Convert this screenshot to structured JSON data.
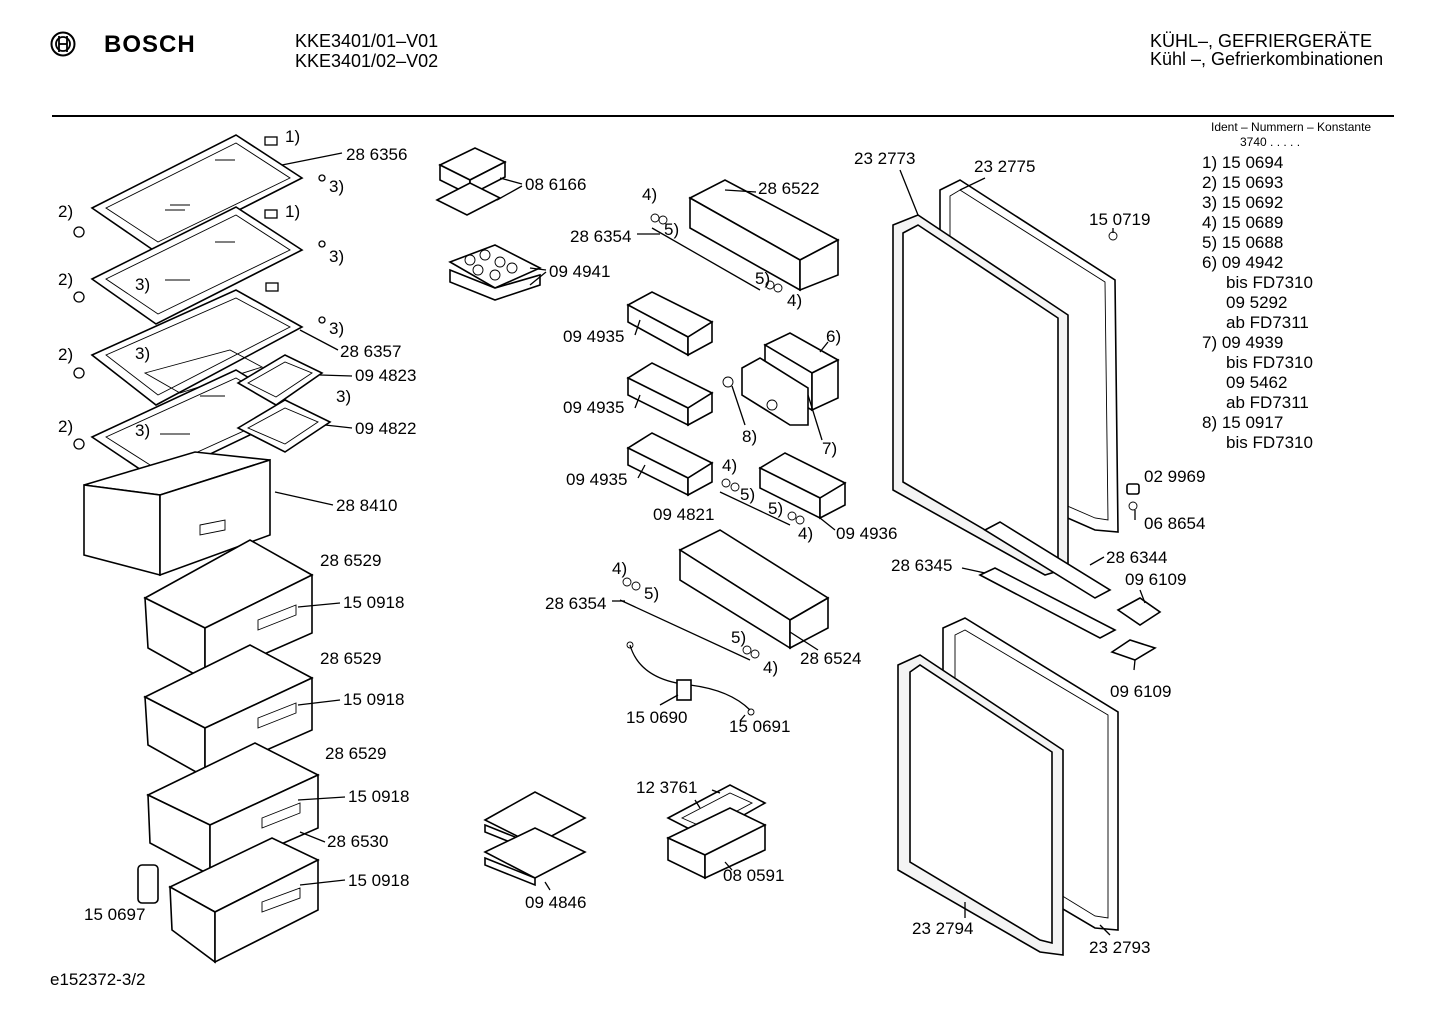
{
  "header": {
    "brand": "BOSCH",
    "models": [
      "KKE3401/01–V01",
      "KKE3401/02–V02"
    ],
    "title_lines": [
      "KÜHL–, GEFRIERGERÄTE",
      "Kühl –, Gefrierkombinationen"
    ]
  },
  "key": {
    "heading": "Ident – Nummern – Konstante",
    "constant": "3740 . . . . .",
    "items": [
      "1)  15 0694",
      "2)  15 0693",
      "3)  15 0692",
      "4)  15 0689",
      "5)  15 0688",
      "6)  09 4942",
      "bis FD7310",
      "09 5292",
      "ab FD7311",
      "7)  09 4939",
      "bis FD7310",
      "09 5462",
      "ab FD7311",
      "8)  15 0917",
      "bis FD7310"
    ]
  },
  "labels": {
    "p286356": "28 6356",
    "p286357": "28 6357",
    "p094823": "09 4823",
    "p094822": "09 4822",
    "p288410": "28 8410",
    "p286529a": "28 6529",
    "p150918a": "15 0918",
    "p286529b": "28 6529",
    "p150918b": "15 0918",
    "p286529c": "28 6529",
    "p150918c": "15 0918",
    "p286530": "28 6530",
    "p150918d": "15 0918",
    "p150697": "15 0697",
    "p086166": "08 6166",
    "p094941": "09 4941",
    "p286522": "28 6522",
    "p286354a": "28 6354",
    "p094935a": "09 4935",
    "p094935b": "09 4935",
    "p094935c": "09 4935",
    "p094821": "09 4821",
    "p094936": "09 4936",
    "p286354b": "28 6354",
    "p286524": "28 6524",
    "p150690": "15 0690",
    "p150691": "15 0691",
    "p123761": "12 3761",
    "p080591": "08 0591",
    "p094846": "09 4846",
    "p232773": "23 2773",
    "p232775": "23 2775",
    "p150719": "15 0719",
    "p029969": "02 9969",
    "p068654": "06 8654",
    "p286344": "28 6344",
    "p286345": "28 6345",
    "p096109a": "09 6109",
    "p096109b": "09 6109",
    "p232794": "23 2794",
    "p232793": "23 2793",
    "r1a": "1)",
    "r1b": "1)",
    "r2a": "2)",
    "r2b": "2)",
    "r2c": "2)",
    "r2d": "2)",
    "r3a": "3)",
    "r3b": "3)",
    "r3c": "3)",
    "r3d": "3)",
    "r3e": "3)",
    "r3f": "3)",
    "r3g": "3)",
    "r4a": "4)",
    "r4b": "4)",
    "r4c": "4)",
    "r4d": "4)",
    "r4e": "4)",
    "r4f": "4)",
    "r5a": "5)",
    "r5b": "5)",
    "r5c": "5)",
    "r5d": "5)",
    "r5e": "5)",
    "r5f": "5)",
    "r6": "6)",
    "r7": "7)",
    "r8": "8)"
  },
  "footer": {
    "code": "e152372-3/2"
  }
}
